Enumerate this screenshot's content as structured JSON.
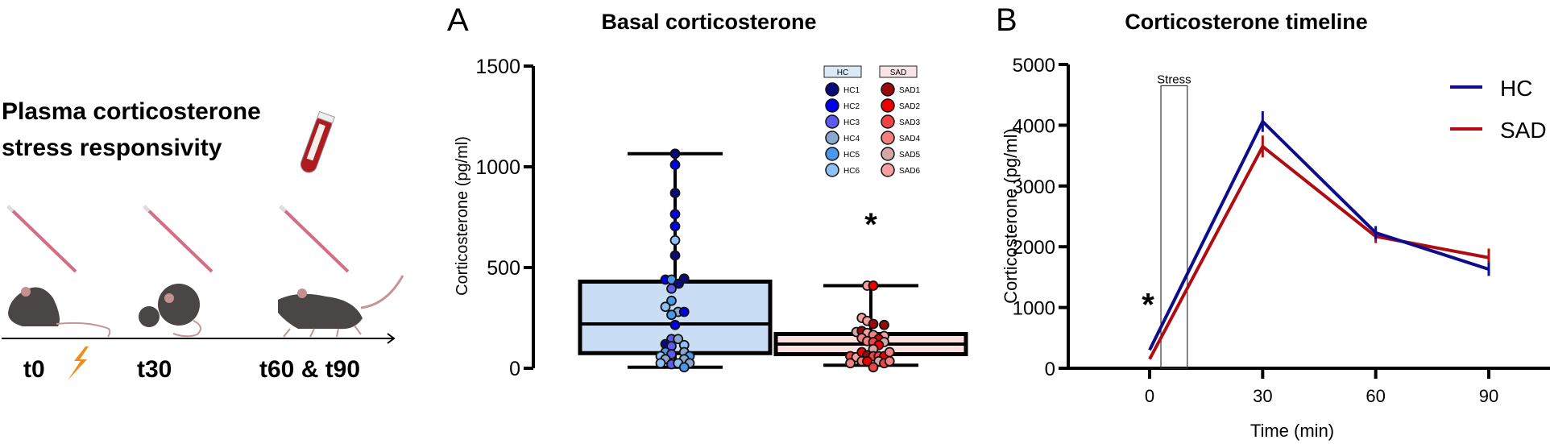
{
  "schematic": {
    "title_lines": [
      "Plasma corticosterone",
      "stress responsivity"
    ],
    "timepoints": [
      "t0",
      "t30",
      "t60 & t90"
    ],
    "icons": [
      "mouse-icon",
      "capillary-tube-icon",
      "blood-tube-icon",
      "lightning-icon",
      "timeline-arrow-icon"
    ]
  },
  "chart_data": [
    {
      "panel": "A",
      "type": "box",
      "title": "Basal corticosterone",
      "xlabel": "",
      "ylabel": "Corticosterone (pg/ml)",
      "ylim": [
        0,
        1500
      ],
      "yticks": [
        0,
        500,
        1000,
        1500
      ],
      "categories": [
        "HC",
        "SAD"
      ],
      "significance": {
        "category": "SAD",
        "label": "*"
      },
      "legend": {
        "placement": "top-right",
        "groups": [
          {
            "header": "HC",
            "header_color": "#dbe9f6",
            "entries": [
              {
                "label": "HC1",
                "color": "#0a0a7a"
              },
              {
                "label": "HC2",
                "color": "#0000ee"
              },
              {
                "label": "HC3",
                "color": "#5b5bf0"
              },
              {
                "label": "HC4",
                "color": "#8aa7d0"
              },
              {
                "label": "HC5",
                "color": "#4a97ee"
              },
              {
                "label": "HC6",
                "color": "#8fc0f5"
              }
            ]
          },
          {
            "header": "SAD",
            "header_color": "#f8e4e6",
            "entries": [
              {
                "label": "SAD1",
                "color": "#9a0a0a"
              },
              {
                "label": "SAD2",
                "color": "#ee0000"
              },
              {
                "label": "SAD3",
                "color": "#ee4444"
              },
              {
                "label": "SAD4",
                "color": "#f28080"
              },
              {
                "label": "SAD5",
                "color": "#d4a6a6"
              },
              {
                "label": "SAD6",
                "color": "#f5a0a0"
              }
            ]
          }
        ]
      },
      "series": [
        {
          "name": "HC",
          "box_fill": "#c9ddf5",
          "min": 5,
          "q1": 75,
          "median": 220,
          "q3": 430,
          "max": 1065,
          "points": [
            {
              "x": 0,
              "y": 1065,
              "c": 0
            },
            {
              "x": 0,
              "y": 1010,
              "c": 1
            },
            {
              "x": 0,
              "y": 870,
              "c": 0
            },
            {
              "x": 0,
              "y": 765,
              "c": 1
            },
            {
              "x": 0,
              "y": 705,
              "c": 1
            },
            {
              "x": 0,
              "y": 635,
              "c": 5
            },
            {
              "x": 0,
              "y": 560,
              "c": 0
            },
            {
              "x": -0.8,
              "y": 440,
              "c": 1
            },
            {
              "x": -0.3,
              "y": 440,
              "c": 4
            },
            {
              "x": 0.75,
              "y": 445,
              "c": 0
            },
            {
              "x": 0.3,
              "y": 420,
              "c": 0
            },
            {
              "x": -0.3,
              "y": 395,
              "c": 2
            },
            {
              "x": -0.3,
              "y": 335,
              "c": 4
            },
            {
              "x": -0.8,
              "y": 305,
              "c": 5
            },
            {
              "x": 0.25,
              "y": 280,
              "c": 3
            },
            {
              "x": 0.75,
              "y": 280,
              "c": 1
            },
            {
              "x": -0.3,
              "y": 265,
              "c": 4
            },
            {
              "x": 0,
              "y": 215,
              "c": 1
            },
            {
              "x": -0.3,
              "y": 145,
              "c": 2
            },
            {
              "x": 0.25,
              "y": 145,
              "c": 3
            },
            {
              "x": -0.8,
              "y": 120,
              "c": 0
            },
            {
              "x": -0.3,
              "y": 110,
              "c": 2
            },
            {
              "x": 0.75,
              "y": 115,
              "c": 5
            },
            {
              "x": -0.8,
              "y": 80,
              "c": 4
            },
            {
              "x": -0.3,
              "y": 70,
              "c": 2
            },
            {
              "x": 0.75,
              "y": 80,
              "c": 3
            },
            {
              "x": -1.2,
              "y": 60,
              "c": 5
            },
            {
              "x": 1.2,
              "y": 60,
              "c": 4
            },
            {
              "x": -0.8,
              "y": 45,
              "c": 3
            },
            {
              "x": 0.75,
              "y": 45,
              "c": 3
            },
            {
              "x": -1.2,
              "y": 25,
              "c": 5
            },
            {
              "x": -0.3,
              "y": 20,
              "c": 2
            },
            {
              "x": 0.25,
              "y": 25,
              "c": 5
            },
            {
              "x": 1.2,
              "y": 25,
              "c": 3
            },
            {
              "x": 0.75,
              "y": 5,
              "c": 4
            }
          ]
        },
        {
          "name": "SAD",
          "box_fill": "#fde0e0",
          "min": 15,
          "q1": 70,
          "median": 120,
          "q3": 170,
          "max": 410,
          "points": [
            {
              "x": -0.3,
              "y": 410,
              "c": 5
            },
            {
              "x": 0.2,
              "y": 410,
              "c": 1
            },
            {
              "x": -0.75,
              "y": 250,
              "c": 5
            },
            {
              "x": -0.3,
              "y": 235,
              "c": 5
            },
            {
              "x": 0.2,
              "y": 220,
              "c": 0
            },
            {
              "x": 1.1,
              "y": 215,
              "c": 0
            },
            {
              "x": -1.2,
              "y": 180,
              "c": 4
            },
            {
              "x": -0.75,
              "y": 185,
              "c": 0
            },
            {
              "x": -0.3,
              "y": 175,
              "c": 5
            },
            {
              "x": 0.2,
              "y": 165,
              "c": 3
            },
            {
              "x": 1.1,
              "y": 160,
              "c": 5
            },
            {
              "x": 0.65,
              "y": 145,
              "c": 1
            },
            {
              "x": -0.75,
              "y": 150,
              "c": 3
            },
            {
              "x": -0.3,
              "y": 135,
              "c": 3
            },
            {
              "x": 0.2,
              "y": 130,
              "c": 2
            },
            {
              "x": 1.1,
              "y": 130,
              "c": 4
            },
            {
              "x": 0.65,
              "y": 115,
              "c": 1
            },
            {
              "x": 0.2,
              "y": 95,
              "c": 4
            },
            {
              "x": -1.7,
              "y": 60,
              "c": 2
            },
            {
              "x": -1.2,
              "y": 55,
              "c": 5
            },
            {
              "x": -0.75,
              "y": 80,
              "c": 1
            },
            {
              "x": -0.3,
              "y": 65,
              "c": 0
            },
            {
              "x": 0.2,
              "y": 60,
              "c": 2
            },
            {
              "x": 0.65,
              "y": 60,
              "c": 2
            },
            {
              "x": 1.1,
              "y": 60,
              "c": 1
            },
            {
              "x": 1.55,
              "y": 80,
              "c": 3
            },
            {
              "x": -1.7,
              "y": 25,
              "c": 3
            },
            {
              "x": -0.75,
              "y": 35,
              "c": 3
            },
            {
              "x": -0.3,
              "y": 35,
              "c": 1
            },
            {
              "x": 0.65,
              "y": 35,
              "c": 4
            },
            {
              "x": 1.1,
              "y": 25,
              "c": 2
            },
            {
              "x": 1.55,
              "y": 35,
              "c": 3
            },
            {
              "x": 0.2,
              "y": 5,
              "c": 2
            }
          ]
        }
      ]
    },
    {
      "panel": "B",
      "type": "line",
      "title": "Corticosterone timeline",
      "xlabel": "Time (min)",
      "ylabel": "Corticosterone (pg/ml)",
      "x": [
        0,
        30,
        60,
        90
      ],
      "xticks": [
        0,
        30,
        60,
        90
      ],
      "xlim": [
        -18,
        105
      ],
      "ylim": [
        0,
        5000
      ],
      "yticks": [
        0,
        1000,
        2000,
        3000,
        4000,
        5000
      ],
      "legend": {
        "placement": "top-right"
      },
      "annotation": {
        "label": "Stress",
        "x_start": 3,
        "x_end": 10,
        "y_top": 4650
      },
      "significance": {
        "x": 0,
        "label": "*"
      },
      "series": [
        {
          "name": "HC",
          "color": "#0d0d8c",
          "values": [
            300,
            4060,
            2230,
            1630
          ],
          "sem": [
            80,
            170,
            110,
            110
          ]
        },
        {
          "name": "SAD",
          "color": "#b00d12",
          "values": [
            150,
            3650,
            2170,
            1820
          ],
          "sem": [
            50,
            180,
            110,
            150
          ]
        }
      ]
    }
  ]
}
